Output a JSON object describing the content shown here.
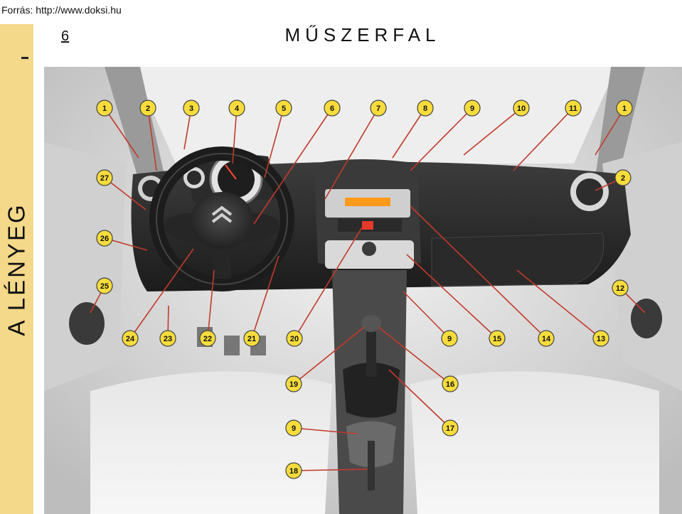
{
  "source_line": "Forrás: http://www.doksi.hu",
  "page_number": "6",
  "title": "MŰSZERFAL",
  "side_tab": "A LÉNYEG",
  "colors": {
    "side_tab": "#f5d98a",
    "callout_fill": "#f7dc3c",
    "leader_line": "#c23a2a"
  },
  "callouts": [
    "1",
    "2",
    "3",
    "4",
    "5",
    "6",
    "7",
    "8",
    "9",
    "10",
    "11",
    "1",
    "27",
    "2",
    "26",
    "25",
    "12",
    "24",
    "23",
    "22",
    "21",
    "20",
    "9",
    "15",
    "14",
    "13",
    "19",
    "16",
    "9",
    "17",
    "18"
  ]
}
